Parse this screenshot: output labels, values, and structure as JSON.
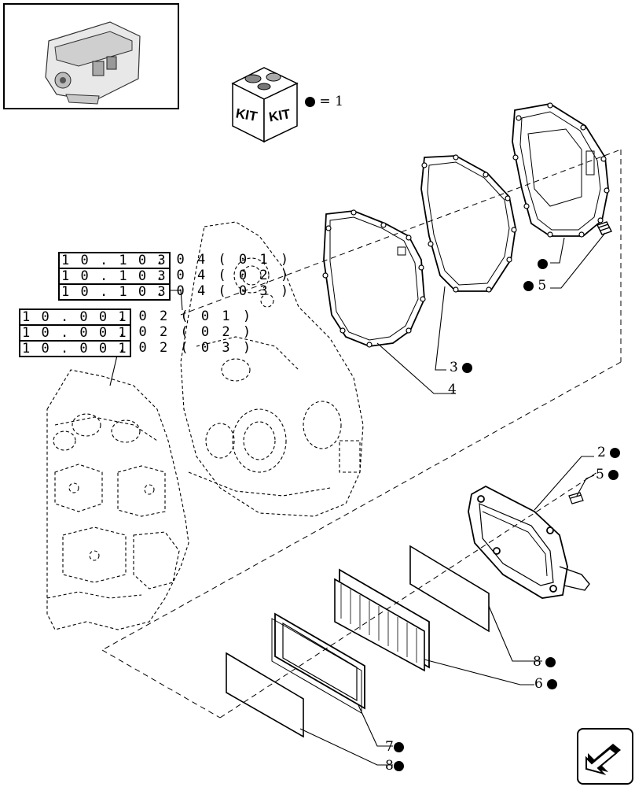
{
  "kit_legend": {
    "kit_label_left": "KIT",
    "kit_label_right": "KIT",
    "equals": "=",
    "value": "1"
  },
  "references": [
    {
      "boxed": "1 0 . 1 0 3",
      "rest": ". 0 4 ( 0 1 )"
    },
    {
      "boxed": "1 0 . 1 0 3",
      "rest": ". 0 4 ( 0 2 )"
    },
    {
      "boxed": "1 0 . 1 0 3",
      "rest": ". 0 4 ( 0 3 )"
    },
    {
      "boxed": "1 0 . 0 0 1",
      "rest": ". 0 2 ( 0 1 )"
    },
    {
      "boxed": "1 0 . 0 0 1",
      "rest": ". 0 2 ( 0 2 )"
    },
    {
      "boxed": "1 0 . 0 0 1",
      "rest": ". 0 2 ( 0 3 )"
    }
  ],
  "callouts": {
    "c3": "3",
    "c4": "4",
    "c5_top": "5",
    "c2": "2",
    "c5_mid": "5",
    "c8_mid": "8",
    "c6": "6",
    "c7": "7",
    "c8_bottom": "8"
  },
  "icons": {
    "engine": "engine-thumbnail-icon",
    "kit": "kit-box-icon",
    "nav": "next-page-arrow-icon"
  }
}
